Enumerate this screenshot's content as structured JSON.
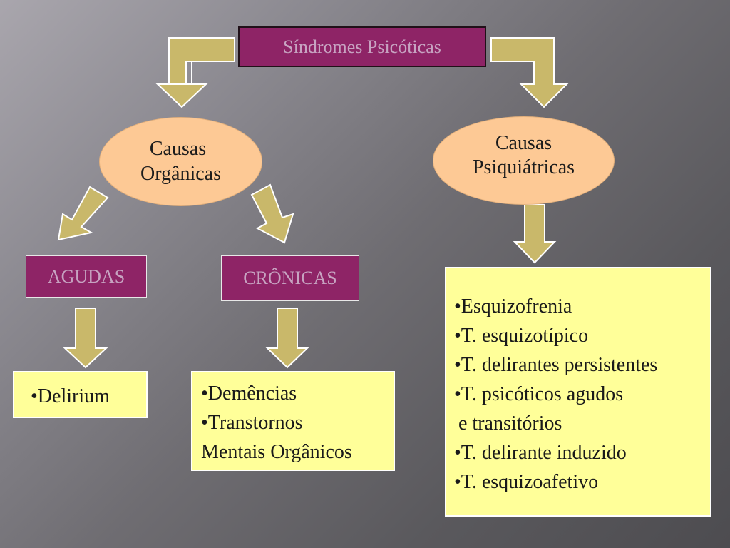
{
  "title": "Síndromes Psicóticas",
  "organic_causes": {
    "line1": "Causas",
    "line2": "Orgânicas"
  },
  "psychiatric_causes": {
    "line1": "Causas",
    "line2": "Psiquiátricas"
  },
  "acute": {
    "label": "AGUDAS",
    "items": [
      "•Delirium"
    ]
  },
  "chronic": {
    "label": "CRÔNICAS",
    "items": [
      "•Demências",
      "•Transtornos",
      "Mentais Orgânicos"
    ]
  },
  "psychiatric_list": [
    "•Esquizofrenia",
    "•T. esquizotípico",
    "•T. delirantes persistentes",
    "•T. psicóticos agudos",
    " e transitórios",
    "•T. delirante induzido",
    "•T. esquizoafetivo"
  ],
  "colors": {
    "purple_box": "#8e2466",
    "purple_text": "#c7a3c1",
    "ellipse_fill": "#fdc995",
    "yellow_box": "#ffff99",
    "arrow_fill": "#c9b86a"
  }
}
